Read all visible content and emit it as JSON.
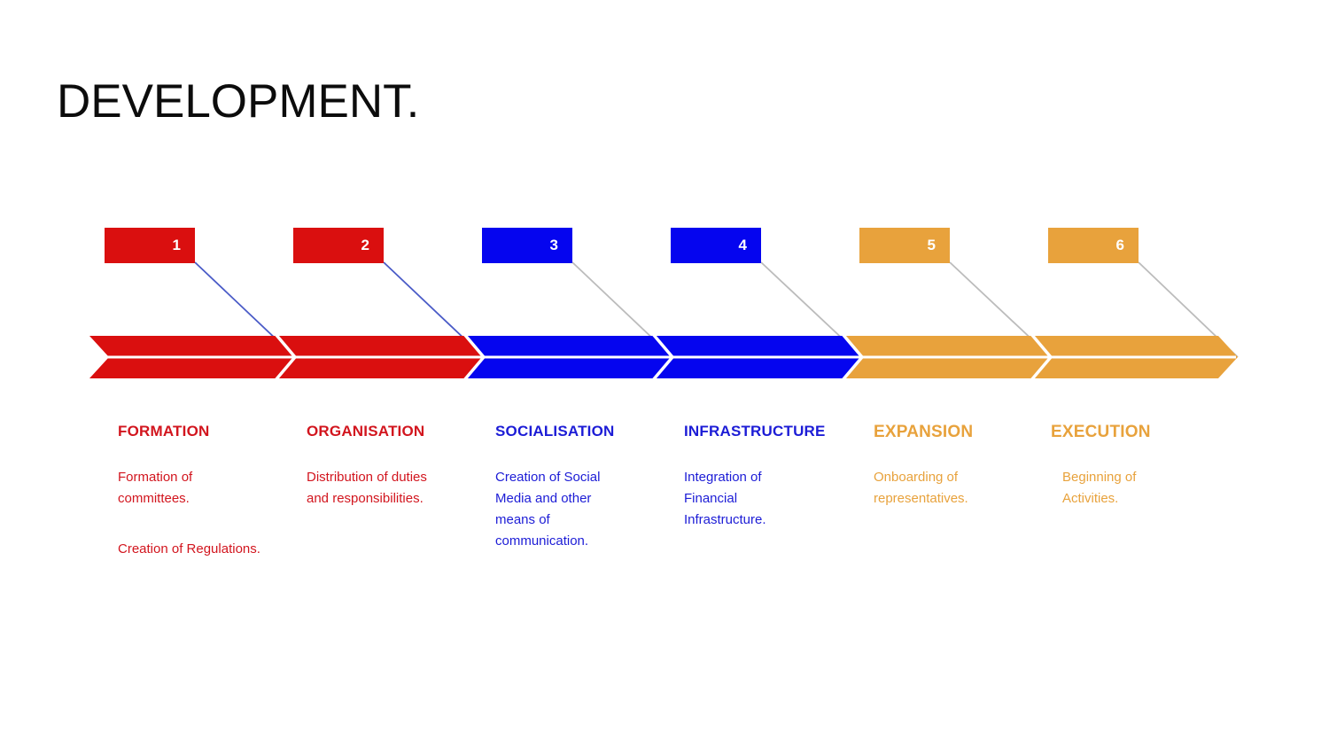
{
  "title": "DEVELOPMENT.",
  "colors": {
    "band_red": "#da0f0f",
    "band_blue": "#0505ef",
    "band_orange": "#e8a23c",
    "separator_white": "#ffffff",
    "number_text": "#ffffff",
    "title_text": "#0c0c0c"
  },
  "stages": [
    {
      "number": "1",
      "name": "FORMATION",
      "box_color": "#da0f0f",
      "band_color": "#da0f0f",
      "connector_color": "#4a5bc7",
      "heading_color": "#d2151e",
      "body_color": "#d2151e",
      "paragraphs": [
        "Formation of\ncommittees.",
        "Creation of Regulations."
      ]
    },
    {
      "number": "2",
      "name": "ORGANISATION",
      "box_color": "#da0f0f",
      "band_color": "#da0f0f",
      "connector_color": "#4a5bc7",
      "heading_color": "#d2151e",
      "body_color": "#d2151e",
      "paragraphs": [
        "Distribution of duties\nand responsibilities."
      ]
    },
    {
      "number": "3",
      "name": "SOCIALISATION",
      "box_color": "#0505ef",
      "band_color": "#0505ef",
      "connector_color": "#bcbcbc",
      "heading_color": "#1c1cd6",
      "body_color": "#1c1cd6",
      "paragraphs": [
        "Creation of Social\nMedia and other\nmeans of\ncommunication."
      ]
    },
    {
      "number": "4",
      "name": "INFRASTRUCTURE",
      "box_color": "#0505ef",
      "band_color": "#0505ef",
      "connector_color": "#bcbcbc",
      "heading_color": "#1c1cd6",
      "body_color": "#1c1cd6",
      "paragraphs": [
        "Integration of\nFinancial\nInfrastructure."
      ]
    },
    {
      "number": "5",
      "name": "EXPANSION",
      "box_color": "#e8a23c",
      "band_color": "#e8a23c",
      "connector_color": "#bcbcbc",
      "heading_color": "#e8a23c",
      "body_color": "#e8a23c",
      "paragraphs": [
        "Onboarding of\nrepresentatives."
      ]
    },
    {
      "number": "6",
      "name": "EXECUTION",
      "box_color": "#e8a23c",
      "band_color": "#e8a23c",
      "connector_color": "#bcbcbc",
      "heading_color": "#e8a23c",
      "body_color": "#e8a23c",
      "paragraphs": [
        "Beginning of\nActivities."
      ]
    }
  ]
}
